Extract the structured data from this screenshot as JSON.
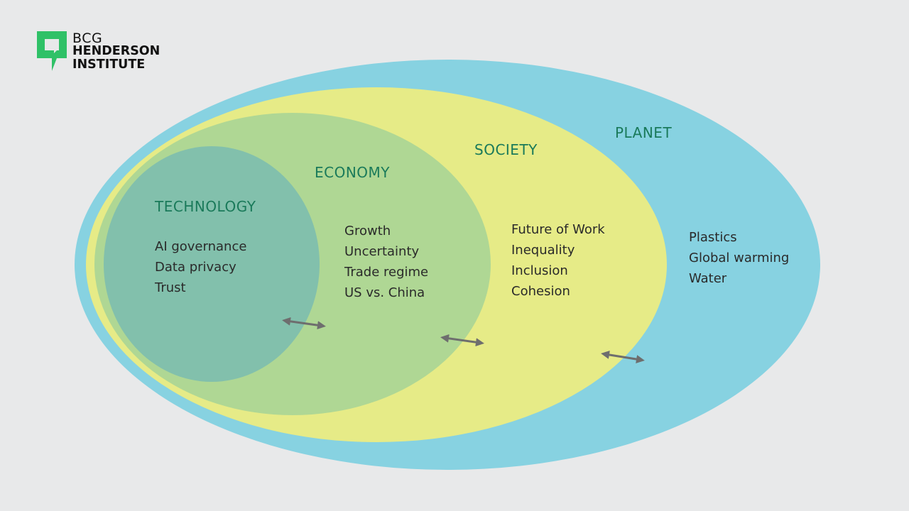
{
  "brand": {
    "line1": "BCG",
    "line2": "HENDERSON",
    "line3": "INSTITUTE",
    "accent_color": "#2fc167",
    "icon": "bcg-speech-bubble-icon"
  },
  "colors": {
    "planet": "#87d2e1",
    "society": "#e6eb87",
    "economy": "#afd794",
    "technology": "#82c0ac",
    "heading": "#1a7a5a",
    "arrow": "#6e6e6e"
  },
  "spheres": {
    "planet": {
      "title": "PLANET",
      "items": [
        "Plastics",
        "Global warming",
        "Water"
      ]
    },
    "society": {
      "title": "SOCIETY",
      "items": [
        "Future of Work",
        "Inequality",
        "Inclusion",
        "Cohesion"
      ]
    },
    "economy": {
      "title": "ECONOMY",
      "items": [
        "Growth",
        "Uncertainty",
        "Trade regime",
        "US vs. China"
      ]
    },
    "technology": {
      "title": "TECHNOLOGY",
      "items": [
        "AI governance",
        "Data privacy",
        "Trust"
      ]
    }
  },
  "connectors": [
    {
      "between": [
        "technology",
        "economy"
      ],
      "icon": "double-arrow-icon"
    },
    {
      "between": [
        "economy",
        "society"
      ],
      "icon": "double-arrow-icon"
    },
    {
      "between": [
        "society",
        "planet"
      ],
      "icon": "double-arrow-icon"
    }
  ]
}
